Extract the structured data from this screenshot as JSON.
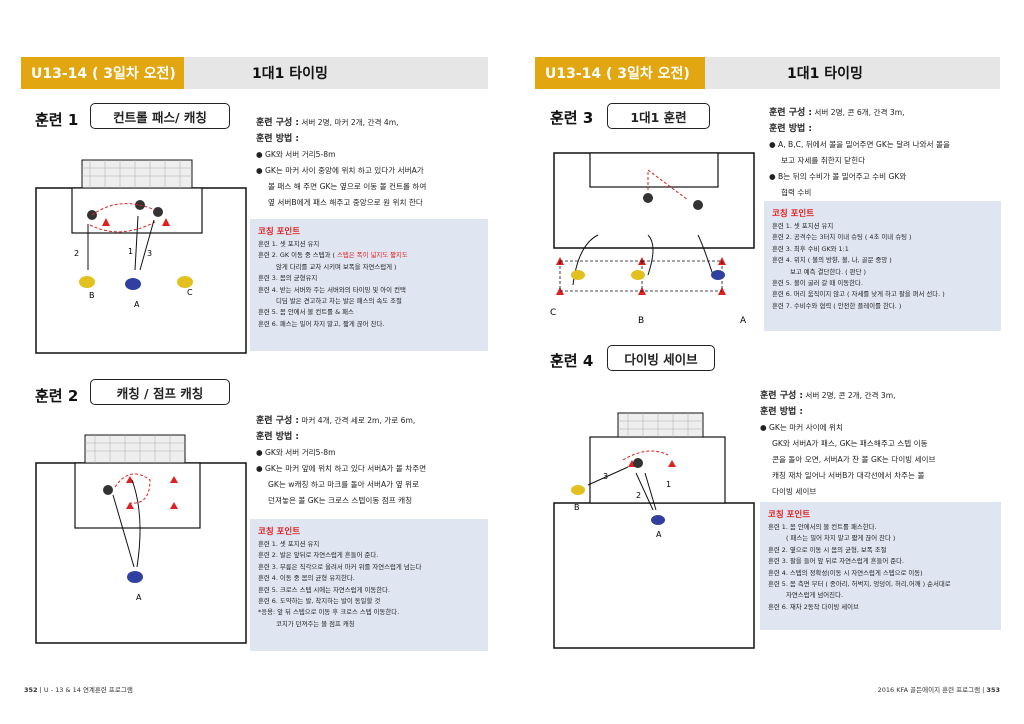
{
  "left_page": {
    "header_tag": "U13-14 ( 3일차 오전)",
    "header_title": "1대1 타이밍",
    "drill1": {
      "num": "훈련 1",
      "name": "컨트롤 패스/ 캐칭",
      "composition_label": "훈련 구성 :",
      "composition": "서버 2명, 마커 2개, 간격 4m,",
      "method_label": "훈련 방법 :",
      "methods": [
        "● GK와 서버 거리5-8m",
        "● GK는 마커 사이 중앙에 위치 하고 있다가 서버A가",
        "볼 패스 해 주면 GK는 옆으로 이동 볼 컨트롤 하여",
        "옆 서버B에게 패스 해주고 중앙으로 원 위치 한다"
      ],
      "coach_title": "코칭 포인트",
      "coach": [
        "훈련 1. 셋 포지션 유지",
        "훈련 2. GK 이동 중 스텝과 (",
        "스텝은 폭이 넓지도 짧지도",
        "않게 다리를 교차 시키며 보폭을 자연스럽게 )",
        "훈련 3. 몸의 균형유지",
        "훈련 4. 받는 서버와 주는 서버와의 타이밍 및 아이 컨택",
        "디딤 발은 견고하고 차는 발은 패스의 속도 조절",
        "훈련 5. 몸 안에서 볼 컨트롤 & 패스",
        "훈련 6. 패스는 밀어 차지 말고, 짧게 끊어 찬다."
      ],
      "labels": {
        "n2": "2",
        "n1": "1",
        "n3": "3",
        "B": "B",
        "A": "A",
        "C": "C"
      }
    },
    "drill2": {
      "num": "훈련 2",
      "name": "캐칭 / 점프 캐칭",
      "composition_label": "훈련 구성 :",
      "composition": "마커 4개, 간격 세로 2m, 가로 6m,",
      "method_label": "훈련 방법 :",
      "methods": [
        "● GK와 서버 거리5-8m",
        "● GK는 마커 앞에 위치 하고 있다 서버A가 볼 차주면",
        "GK는 w캐칭 하고 마크를 돌아 서버A가 옆 위로",
        "던져놓은 볼 GK는 크로스 스텝이동 점프 캐칭"
      ],
      "coach_title": "코칭 포인트",
      "coach": [
        "훈련 1. 셋 포지션 유지",
        "훈련 2. 발은 앞뒤로 자연스럽게 흔들어 준다.",
        "훈련 3. 무릎은 직각으로 올려서 마커 위를 자연스럽게 넘는다",
        "훈련 4. 이동 중 몸의 균형 유지한다.",
        "훈련 5. 크로스 스텝 시에는 자연스럽게 이동한다.",
        "훈련 6. 도약하는 발, 착지하는 발이 동일할 것",
        "*응용: 앞 뒤 스텝으로 이동 후 크로스 스텝 이동한다.",
        "코치가 던져주는 볼 점프 캐칭"
      ],
      "labels": {
        "A": "A"
      }
    },
    "footer_num": "352",
    "footer_text": "U - 13 & 14 연계훈련 프로그램"
  },
  "right_page": {
    "header_tag": "U13-14 ( 3일차 오전)",
    "header_title": "1대1 타이밍",
    "drill3": {
      "num": "훈련 3",
      "name": "1대1 훈련",
      "composition_label": "훈련 구성 :",
      "composition": "서버 2명, 콘 6개, 간격 3m,",
      "method_label": "훈련 방법 :",
      "methods": [
        "● A, B,C, 뒤에서 볼을 밀어주면 GK는 달려 나와서 볼을",
        "보고 자세를 취한지 닫힌다",
        "● B는 뒤의 수비가 볼 밀어주고 수비 GK와",
        "협력 수비"
      ],
      "coach_title": "코칭 포인트",
      "coach": [
        "훈련 1. 셋 포지션 유지",
        "훈련 2. 공격수는 3터치 이내 슈팅 ( 4초 이내 슈팅 )",
        "훈련 3. 최후 수비 GK와 1:1",
        "훈련 4. 위치 ( 볼의 방향, 볼, 나, 골문 중앙 )",
        "보고 예측 결단한다. ( 판단 )",
        "훈련 5. 볼이 굴러 갈 때 이동한다.",
        "훈련 6. 머리 움직이지 않고 ( 자세를 낮게 하고 팔을 펴서 선다. )",
        "훈련 7. 수비수와 협력 ( 안전한 플레이를 한다. )"
      ],
      "labels": {
        "C": "C",
        "B": "B",
        "A": "A"
      }
    },
    "drill4": {
      "num": "훈련 4",
      "name": "다이빙 세이브",
      "composition_label": "훈련 구성 :",
      "composition": "서버 2명, 콘 2개, 간격 3m,",
      "method_label": "훈련 방법 :",
      "methods": [
        "● GK는 마커 사이에 위치",
        "GK와 서버A가 패스, GK는 패스해주고 스텝 이동",
        "콘을 돌아 오면, 서버A가 찬 볼 GK는 다이빙 세이브",
        "캐칭 재차 일어나 서버B가 대각선에서 차주는 볼",
        "다이빙 세이브"
      ],
      "coach_title": "코칭 포인트",
      "coach": [
        "훈련 1. 몸 안에서의 볼 컨트롤 패스한다.",
        "( 패스는 밀어 차지 말고 짧게 끊어 찬다 )",
        "훈련 2. 옆으로 이동 시 몸의 균형, 보폭 조절",
        "훈련 3. 팔을 들어 앞 뒤로 자연스럽게 흔들어 준다.",
        "훈련 4. 스텝의 정확성(이동 시 자연스럽게 스텝으로 이동)",
        "훈련 5. 몸 측면 부터 ( 종아리, 허벅지, 엉덩이, 허리,어깨 ) 순서대로",
        "자연스럽게 넘어진다.",
        "훈련 6. 재차 2동작 다이빙 세이브"
      ],
      "labels": {
        "n3": "3",
        "n2": "2",
        "n1": "1",
        "B": "B",
        "A": "A"
      }
    },
    "footer_text": "2016 KFA 골든에이지 훈련 프로그램",
    "footer_num": "353"
  },
  "colors": {
    "accent": "#e1a610",
    "coach_bg": "#dfe6f2",
    "coach_title": "#e02020"
  }
}
